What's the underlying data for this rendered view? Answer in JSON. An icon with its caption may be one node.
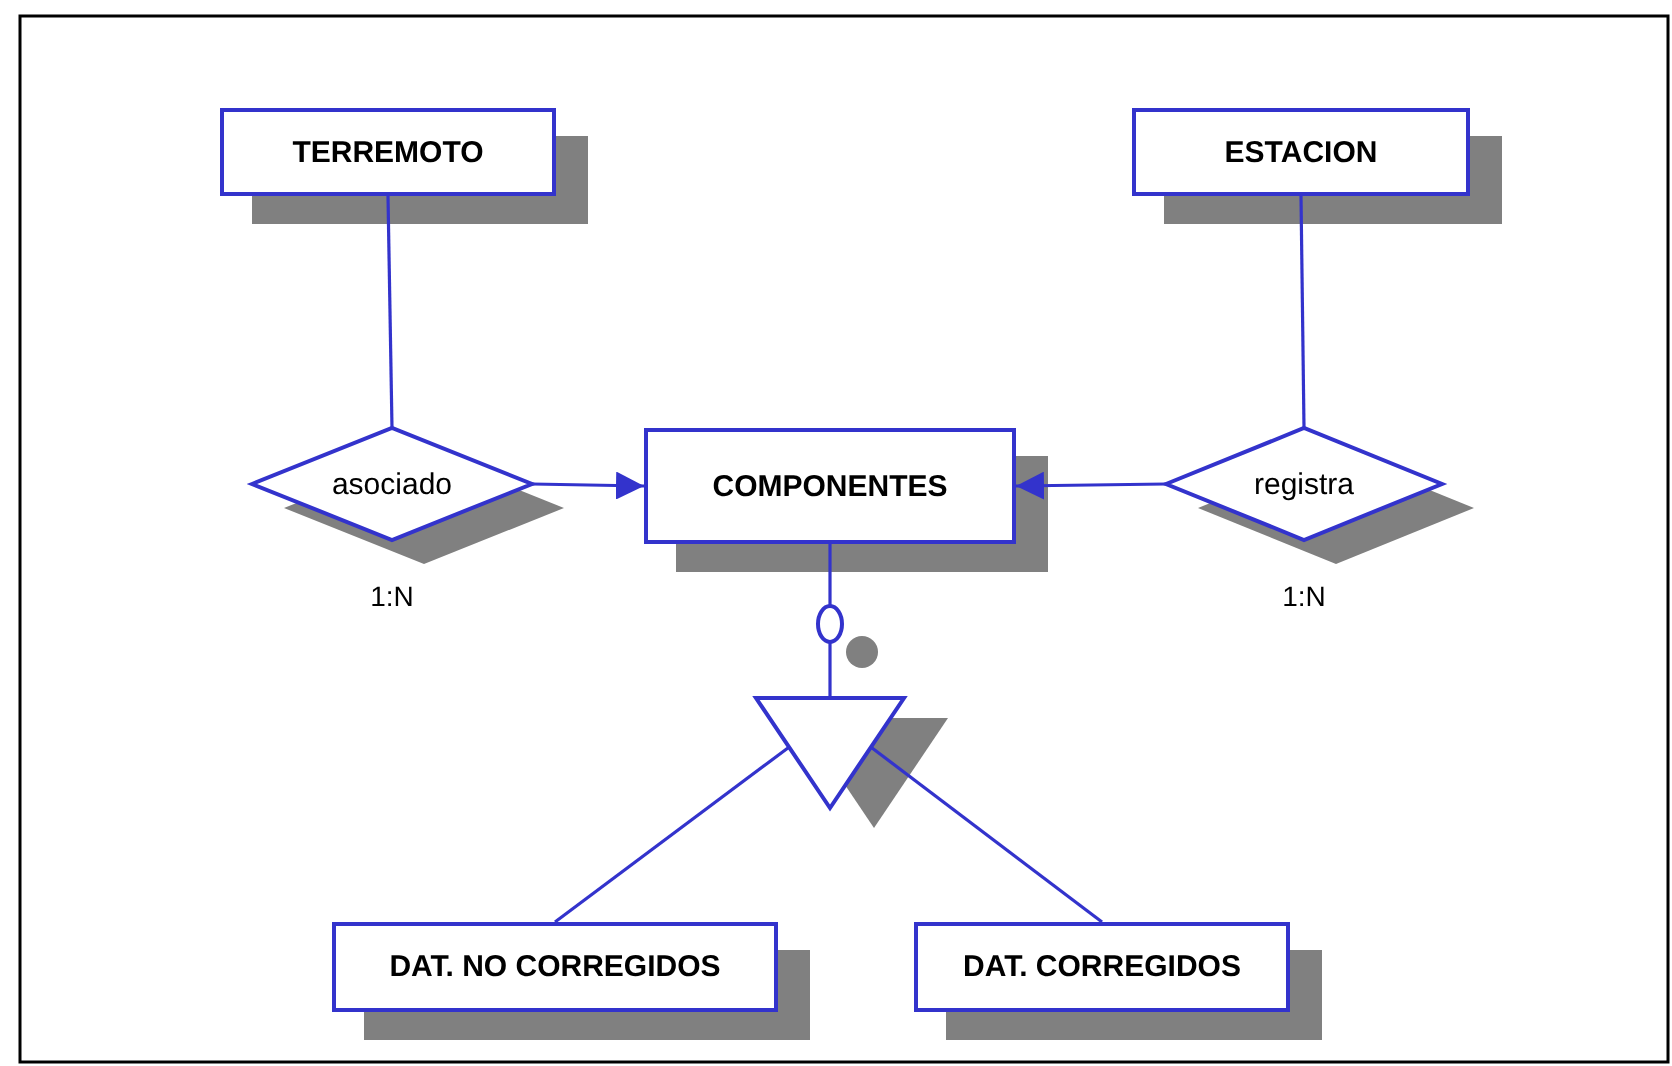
{
  "diagram": {
    "nodes": [
      {
        "text": [
          "TERREMOTO"
        ]
      },
      {
        "text": [
          "ESTACION"
        ]
      },
      {
        "text": [
          "asociado"
        ],
        "beside": [
          "1:N"
        ]
      },
      {
        "text": [
          "COMPONENTES"
        ]
      },
      {
        "text": [
          "registra"
        ],
        "beside": [
          "1:N"
        ]
      },
      {
        "text": [],
        "shape": "triangle"
      },
      {
        "text": [
          "DAT. NO CORREGIDOS"
        ]
      },
      {
        "text": [
          "DAT. CORREGIDOS"
        ]
      }
    ],
    "edges": [
      {
        "from": 0,
        "to": 2,
        "arrow": "none"
      },
      {
        "from": 2,
        "to": 3,
        "arrow": "to"
      },
      {
        "from": 1,
        "to": 4,
        "arrow": "none"
      },
      {
        "from": 4,
        "to": 3,
        "arrow": "to"
      },
      {
        "from": 3,
        "to": 5,
        "arrow": "other"
      },
      {
        "from": 5,
        "to": 6,
        "arrow": "none"
      },
      {
        "from": 5,
        "to": 7,
        "arrow": "none"
      }
    ]
  }
}
